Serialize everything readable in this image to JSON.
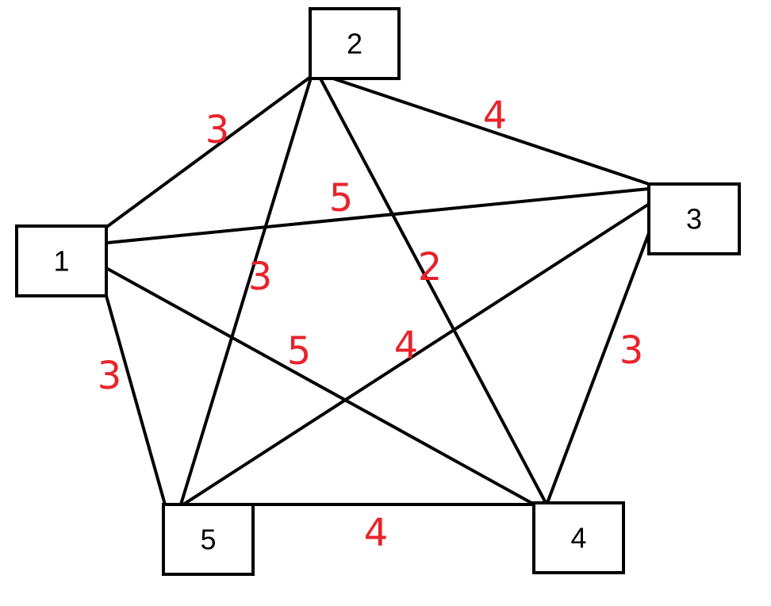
{
  "colors": {
    "node_stroke": "#000000",
    "edge_stroke": "#000000",
    "weight_text": "#e8232a",
    "background": "#ffffff"
  },
  "nodes": [
    {
      "id": "1",
      "label": "1"
    },
    {
      "id": "2",
      "label": "2"
    },
    {
      "id": "3",
      "label": "3"
    },
    {
      "id": "4",
      "label": "4"
    },
    {
      "id": "5",
      "label": "5"
    }
  ],
  "edges": [
    {
      "from": "1",
      "to": "2",
      "weight": "3"
    },
    {
      "from": "2",
      "to": "3",
      "weight": "4"
    },
    {
      "from": "1",
      "to": "3",
      "weight": "5"
    },
    {
      "from": "2",
      "to": "5",
      "weight": "3"
    },
    {
      "from": "2",
      "to": "4",
      "weight": "2"
    },
    {
      "from": "1",
      "to": "5",
      "weight": "3"
    },
    {
      "from": "1",
      "to": "4",
      "weight": "5"
    },
    {
      "from": "3",
      "to": "5",
      "weight": "4"
    },
    {
      "from": "3",
      "to": "4",
      "weight": "3"
    },
    {
      "from": "5",
      "to": "4",
      "weight": "4"
    }
  ]
}
